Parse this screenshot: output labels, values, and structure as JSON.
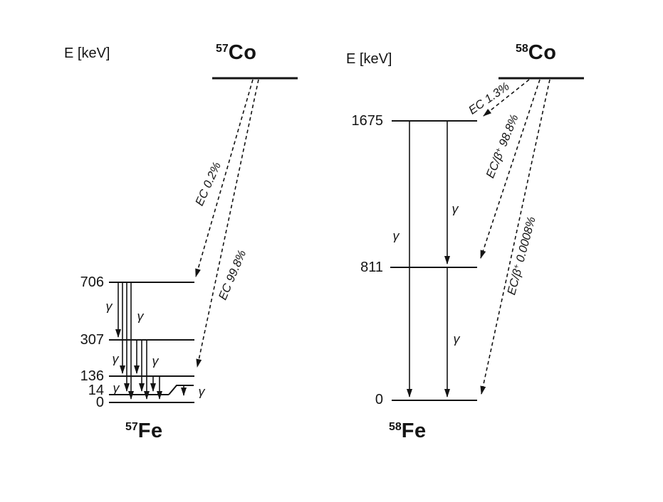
{
  "symbols": {
    "gamma": "γ"
  },
  "left_scheme": {
    "axis_label": "E [keV]",
    "parent": {
      "mass": "57",
      "element": "Co"
    },
    "daughter": {
      "mass": "57",
      "element": "Fe"
    },
    "levels": [
      "706",
      "307",
      "136",
      "14",
      "0"
    ],
    "branches": [
      {
        "pre": "EC 0.2%",
        "sup": "",
        "post": ""
      },
      {
        "pre": "EC 99.8%",
        "sup": "",
        "post": ""
      }
    ],
    "gamma_transitions": [
      "706→307",
      "706→136",
      "706→14",
      "706→0",
      "307→136",
      "307→14",
      "307→0",
      "136→14",
      "136→0",
      "14→0"
    ]
  },
  "right_scheme": {
    "axis_label": "E [keV]",
    "parent": {
      "mass": "58",
      "element": "Co"
    },
    "daughter": {
      "mass": "58",
      "element": "Fe"
    },
    "levels": [
      "1675",
      "811",
      "0"
    ],
    "branches": [
      {
        "pre": "EC 1.3%",
        "sup": "",
        "post": ""
      },
      {
        "pre": "EC/β",
        "sup": "+",
        "post": " 98.8%"
      },
      {
        "pre": "EC/β",
        "sup": "+",
        "post": " 0.0008%"
      }
    ],
    "gamma_transitions": [
      "1675→0",
      "1675→811",
      "811→0"
    ]
  }
}
